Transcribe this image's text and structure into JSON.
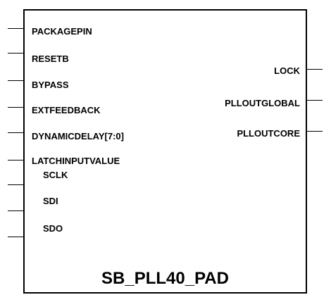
{
  "block": {
    "title": "SB_PLL40_PAD"
  },
  "inputs": [
    "PACKAGEPIN",
    "RESETB",
    "BYPASS",
    "EXTFEEDBACK",
    "DYNAMICDELAY[7:0]",
    "LATCHINPUTVALUE",
    "SCLK",
    "SDI",
    "SDO"
  ],
  "outputs": [
    "LOCK",
    "PLLOUTGLOBAL",
    "PLLOUTCORE"
  ]
}
